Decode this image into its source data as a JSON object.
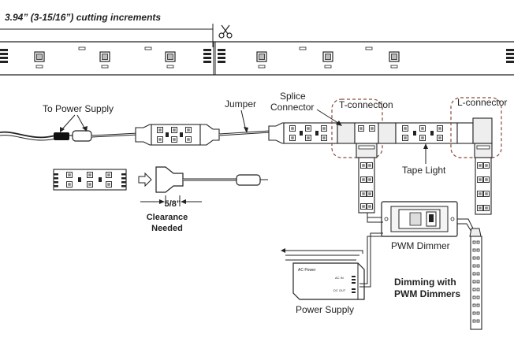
{
  "header": {
    "increment_text": "3.94” (3-15/16”) cutting increments"
  },
  "labels": {
    "to_power_supply": "To Power Supply",
    "jumper": "Jumper",
    "splice_line1": "Splice",
    "splice_line2": "Connector",
    "t_connection": "T-connection",
    "l_connector": "L-connector",
    "tape_light": "Tape Light",
    "clearance_measure": "5/8”",
    "clearance_line1": "Clearance",
    "clearance_line2": "Needed",
    "pwm_dimmer": "PWM Dimmer",
    "power_supply": "Power Supply",
    "dimming_line1": "Dimming with",
    "dimming_line2": "PWM Dimmers",
    "psu_ac_power": "AC Power",
    "psu_ac_in": "AC IN",
    "psu_dc_out": "DC OUT"
  },
  "icons": {
    "scissors": "scissors-icon"
  },
  "colors": {
    "line": "#222222",
    "fill_light": "#f2f2f2",
    "fill_mid": "#cfcfcf",
    "dashed": "#8a4a3a"
  }
}
